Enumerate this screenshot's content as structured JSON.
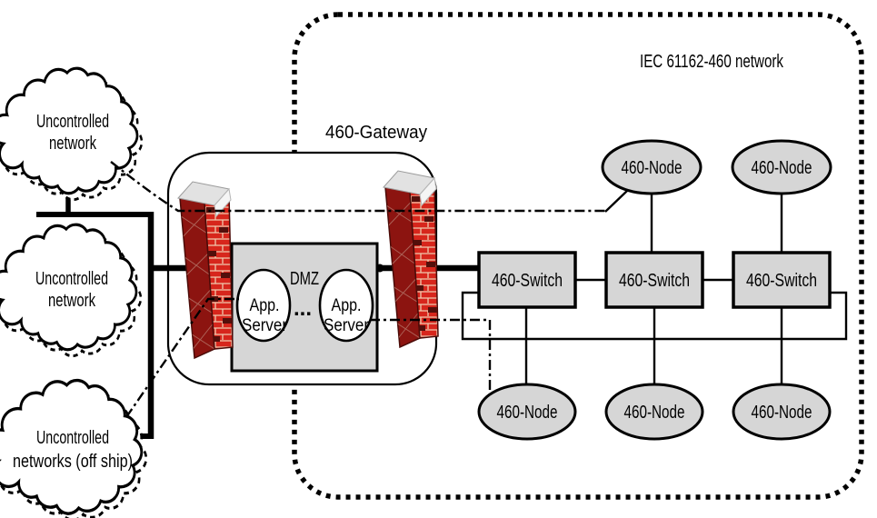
{
  "figure": {
    "network_label": "IEC 61162-460 network",
    "gateway": {
      "label": "460-Gateway",
      "dmz": "DMZ",
      "app_server": {
        "line1": "App.",
        "line2": "Server"
      },
      "ellipsis": "..."
    },
    "clouds": [
      {
        "line1": "Uncontrolled",
        "line2": "network"
      },
      {
        "line1": "Uncontrolled",
        "line2": "network"
      },
      {
        "line1": "Uncontrolled",
        "line2": "networks (off ship)"
      }
    ],
    "switches": [
      {
        "label": "460-Switch"
      },
      {
        "label": "460-Switch"
      },
      {
        "label": "460-Switch"
      }
    ],
    "top_nodes": [
      {
        "label": "460-Node"
      },
      {
        "label": "460-Node"
      }
    ],
    "bottom_nodes": [
      {
        "label": "460-Node"
      },
      {
        "label": "460-Node"
      },
      {
        "label": "460-Node"
      }
    ],
    "colors": {
      "background": "#ffffff",
      "box_fill": "#d6d6d6",
      "white_fill": "#ffffff",
      "line": "#000000",
      "brick_red": "#d7261c",
      "brick_dark": "#530f0b",
      "brick_side": "#8c1410",
      "mortar": "#efc9ad",
      "cap_gray": "#e2e2e2"
    }
  }
}
